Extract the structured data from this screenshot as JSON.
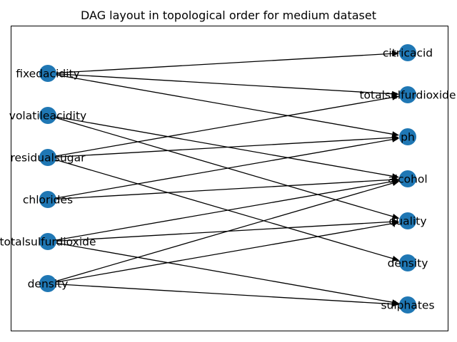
{
  "title": "DAG layout in topological order for medium dataset",
  "colors": {
    "node": "#1f77b4",
    "edge": "#000000",
    "background": "#ffffff"
  },
  "graph": {
    "left_nodes": [
      {
        "id": "L0",
        "label": "fixedacidity"
      },
      {
        "id": "L1",
        "label": "volatileacidity"
      },
      {
        "id": "L2",
        "label": "residualsugar"
      },
      {
        "id": "L3",
        "label": "chlorides"
      },
      {
        "id": "L4",
        "label": "totalsulfurdioxide"
      },
      {
        "id": "L5",
        "label": "density"
      }
    ],
    "right_nodes": [
      {
        "id": "R0",
        "label": "citricacid"
      },
      {
        "id": "R1",
        "label": "totalsulfurdioxide"
      },
      {
        "id": "R2",
        "label": "ph"
      },
      {
        "id": "R3",
        "label": "alcohol"
      },
      {
        "id": "R4",
        "label": "quality"
      },
      {
        "id": "R5",
        "label": "density"
      },
      {
        "id": "R6",
        "label": "sulphates"
      }
    ],
    "edges": [
      [
        "L0",
        "R0"
      ],
      [
        "L0",
        "R1"
      ],
      [
        "L0",
        "R2"
      ],
      [
        "L1",
        "R3"
      ],
      [
        "L1",
        "R4"
      ],
      [
        "L2",
        "R1"
      ],
      [
        "L2",
        "R2"
      ],
      [
        "L2",
        "R5"
      ],
      [
        "L3",
        "R2"
      ],
      [
        "L3",
        "R3"
      ],
      [
        "L4",
        "R3"
      ],
      [
        "L4",
        "R4"
      ],
      [
        "L4",
        "R6"
      ],
      [
        "L5",
        "R3"
      ],
      [
        "L5",
        "R4"
      ],
      [
        "L5",
        "R6"
      ]
    ]
  }
}
